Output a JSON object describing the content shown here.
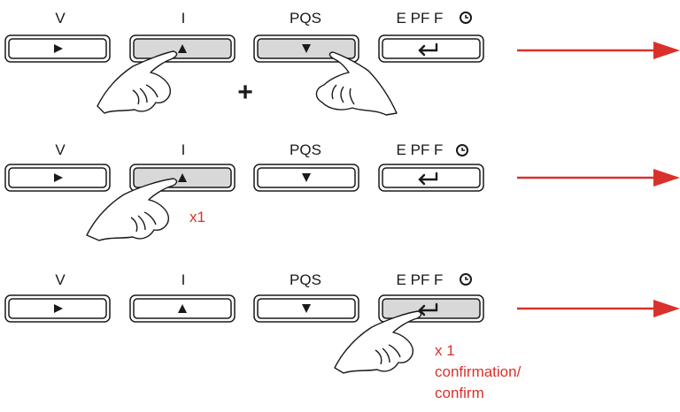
{
  "colors": {
    "arrow": "#d9312b",
    "annotation": "#d9312b",
    "pressed_fill": "#d8d8d8",
    "outline": "#1a1a1a"
  },
  "button_labels": [
    "V",
    "I",
    "PQS",
    "E PF F"
  ],
  "clock_icon": "clock-icon",
  "button_icons": [
    "play-icon",
    "up-triangle-icon",
    "down-triangle-icon",
    "return-arrow-icon"
  ],
  "rows": [
    {
      "pressed": [
        1,
        2
      ],
      "plus": "+",
      "count": "",
      "notes": []
    },
    {
      "pressed": [
        1
      ],
      "plus": "",
      "count": "x1",
      "notes": []
    },
    {
      "pressed": [
        3
      ],
      "plus": "",
      "count": "x 1",
      "notes": [
        "confirmation/",
        "confirm"
      ]
    }
  ]
}
